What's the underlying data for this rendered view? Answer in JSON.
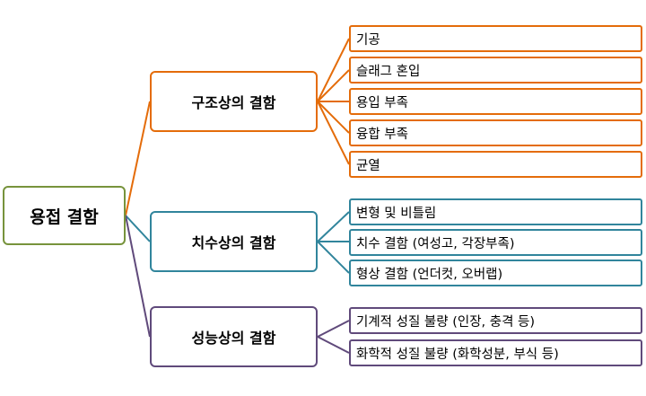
{
  "root": {
    "label": "용접 결함"
  },
  "categories": [
    {
      "label": "구조상의 결함",
      "color": "#e46c0a",
      "items": [
        "기공",
        "슬래그 혼입",
        "용입 부족",
        "융합 부족",
        "균열"
      ]
    },
    {
      "label": "치수상의 결함",
      "color": "#31859c",
      "items": [
        "변형 및 비틀림",
        "치수 결함 (여성고, 각장부족)",
        "형상 결함 (언더컷, 오버랩)"
      ]
    },
    {
      "label": "성능상의 결함",
      "color": "#604a7b",
      "items": [
        "기계적 성질 불량 (인장, 충격 등)",
        "화학적 성질 불량 (화학성분, 부식 등)"
      ]
    }
  ]
}
